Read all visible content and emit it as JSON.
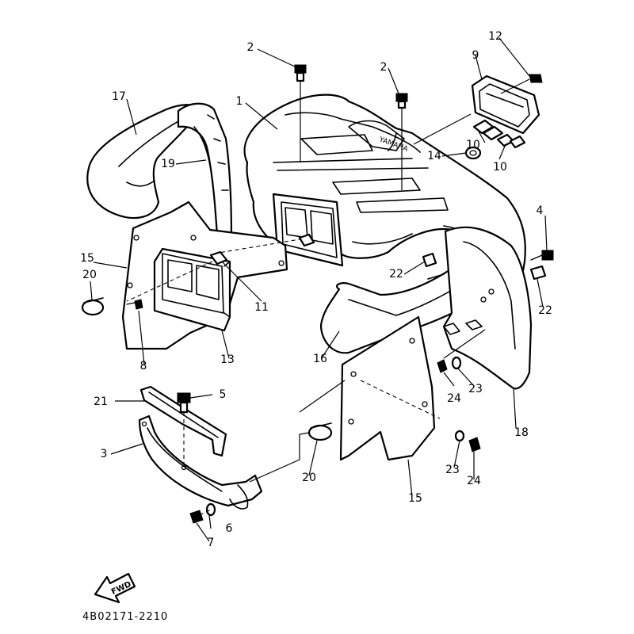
{
  "diagram": {
    "drawing_code": "4B02171-2210",
    "fwd_label": "FWD",
    "callouts": [
      {
        "id": "c1",
        "label": "1"
      },
      {
        "id": "c2a",
        "label": "2"
      },
      {
        "id": "c2b",
        "label": "2"
      },
      {
        "id": "c3",
        "label": "3"
      },
      {
        "id": "c4",
        "label": "4"
      },
      {
        "id": "c5",
        "label": "5"
      },
      {
        "id": "c6",
        "label": "6"
      },
      {
        "id": "c7",
        "label": "7"
      },
      {
        "id": "c8",
        "label": "8"
      },
      {
        "id": "c9",
        "label": "9"
      },
      {
        "id": "c10a",
        "label": "10"
      },
      {
        "id": "c10b",
        "label": "10"
      },
      {
        "id": "c11",
        "label": "11"
      },
      {
        "id": "c12",
        "label": "12"
      },
      {
        "id": "c13",
        "label": "13"
      },
      {
        "id": "c14",
        "label": "14"
      },
      {
        "id": "c15a",
        "label": "15"
      },
      {
        "id": "c15b",
        "label": "15"
      },
      {
        "id": "c16",
        "label": "16"
      },
      {
        "id": "c17",
        "label": "17"
      },
      {
        "id": "c18",
        "label": "18"
      },
      {
        "id": "c19",
        "label": "19"
      },
      {
        "id": "c20a",
        "label": "20"
      },
      {
        "id": "c20b",
        "label": "20"
      },
      {
        "id": "c21",
        "label": "21"
      },
      {
        "id": "c22a",
        "label": "22"
      },
      {
        "id": "c22b",
        "label": "22"
      },
      {
        "id": "c23a",
        "label": "23"
      },
      {
        "id": "c23b",
        "label": "23"
      },
      {
        "id": "c24a",
        "label": "24"
      },
      {
        "id": "c24b",
        "label": "24"
      }
    ]
  }
}
